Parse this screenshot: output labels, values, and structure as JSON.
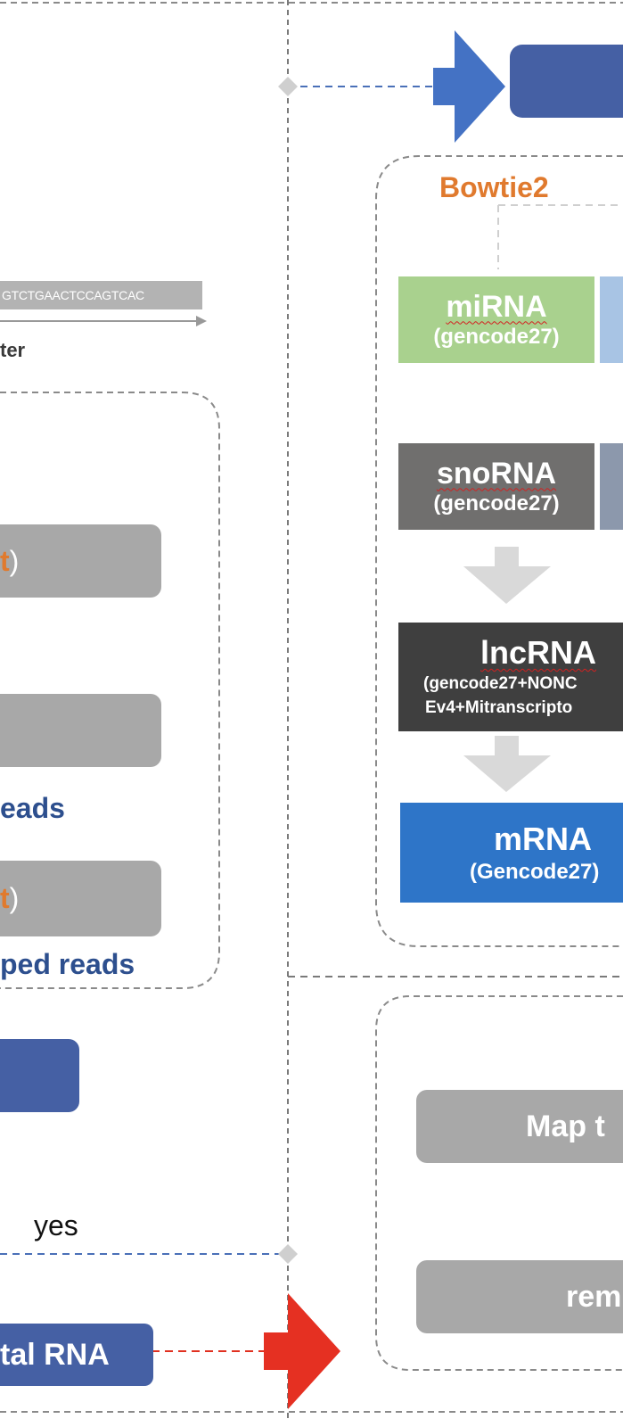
{
  "colors": {
    "navy_box": "#4560a4",
    "gray_box": "#a8a8a8",
    "mirna": "#a9d18e",
    "snorna": "#706f6e",
    "lncrna": "#3f3f3f",
    "mrna": "#2e75c8",
    "orange": "#e07a2e",
    "blue_text": "#2d4f8e",
    "arrow_blue": "#4472c4",
    "arrow_red": "#e03020",
    "dash_gray": "#888888"
  },
  "left_panel": {
    "adapter_sequence": "GTCTGAACTCCAGTCAC",
    "adapter_label": "ter",
    "box1_suffix": "t",
    "box1_close": ")",
    "reads_label_1": "eads",
    "box3_suffix": "t",
    "box3_close": ")",
    "reads_label_2": "ped reads",
    "yes_label": "yes",
    "total_rna_label": "tal RNA"
  },
  "right_panel": {
    "aligner": "Bowtie2",
    "mirna": {
      "name": "miRNA",
      "source": "(gencode27)"
    },
    "snorna": {
      "name": "snoRNA",
      "source": "(gencode27)"
    },
    "lncrna": {
      "name": "lncRNA",
      "source_line1": "(gencode27+NONC",
      "source_line2": "Ev4+Mitranscripto"
    },
    "mrna": {
      "name": "mRNA",
      "source": "(Gencode27)"
    },
    "map_label": "Map t",
    "rem_label": "rem"
  }
}
